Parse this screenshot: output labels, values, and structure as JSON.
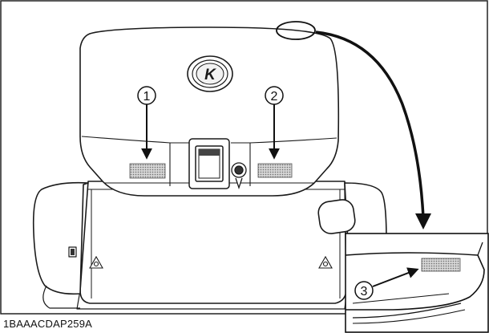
{
  "figure": {
    "code": "1BAAACDAP259A",
    "logo_letter": "K",
    "callouts": [
      {
        "id": "1",
        "label": "1"
      },
      {
        "id": "2",
        "label": "2"
      },
      {
        "id": "3",
        "label": "3"
      }
    ],
    "colors": {
      "line": "#1a1a1a",
      "decal": "#bdbdbd",
      "background": "#ffffff"
    }
  }
}
